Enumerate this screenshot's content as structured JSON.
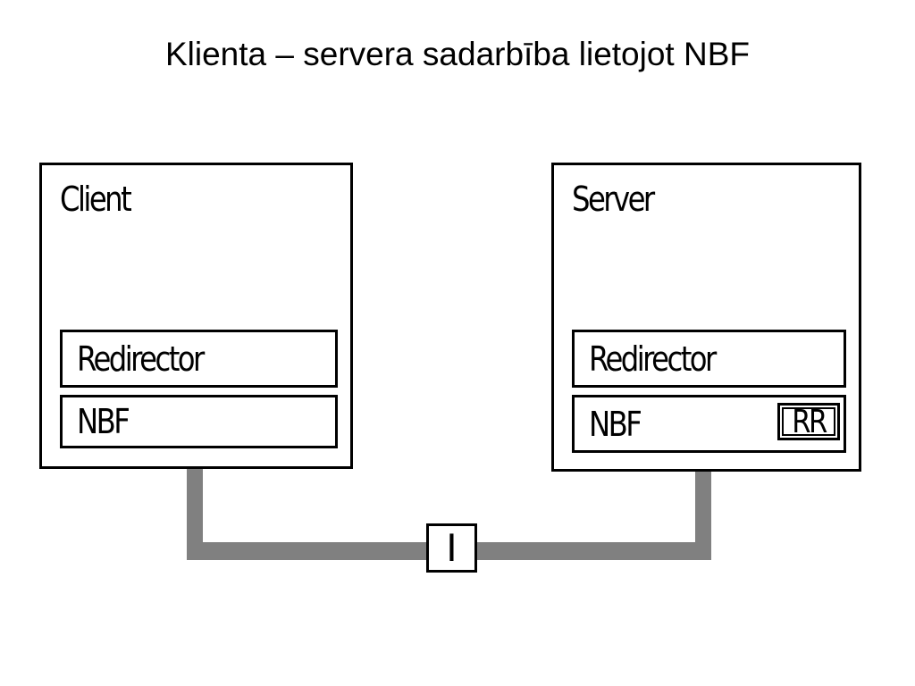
{
  "title": "Klienta – servera sadarbība lietojot NBF",
  "client": {
    "label": "Client",
    "layers": [
      "Redirector",
      "NBF"
    ]
  },
  "server": {
    "label": "Server",
    "layers": [
      "Redirector",
      "NBF"
    ],
    "badge": "RR"
  },
  "link_device": {
    "label": "I"
  },
  "colors": {
    "cable": "#808080",
    "outline": "#000000",
    "background": "#ffffff"
  }
}
